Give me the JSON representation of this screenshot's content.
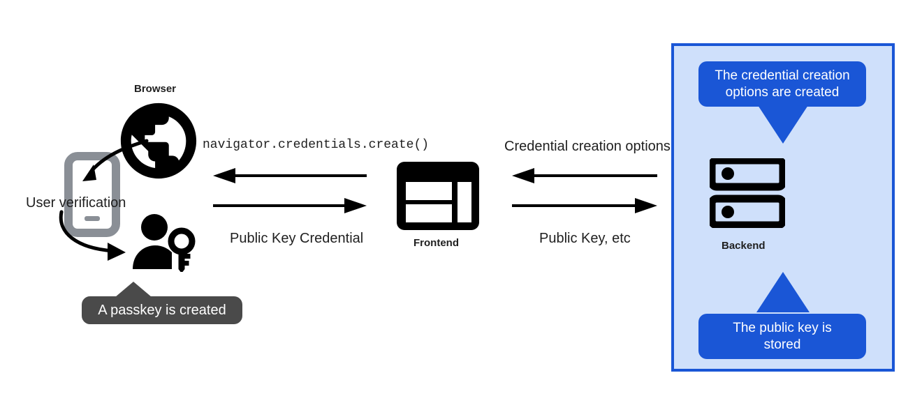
{
  "diagram": {
    "title": "WebAuthn passkey registration flow",
    "colors": {
      "accent_blue": "#1a56d6",
      "region_fill": "#cfe0fb",
      "callout_gray": "#4a4a4a",
      "ink": "#1f1f1f",
      "device_gray": "#8a8f96"
    }
  },
  "nodes": {
    "browser": {
      "label": "Browser",
      "icon": "globe-icon"
    },
    "frontend": {
      "label": "Frontend",
      "icon": "dashboard-icon"
    },
    "backend": {
      "label": "Backend",
      "icon": "server-rack-icon"
    },
    "device": {
      "icon": "smartphone-icon"
    },
    "user_passkey": {
      "icon": "person-with-key-icon"
    }
  },
  "annotations": {
    "user_verification": "User verification",
    "passkey_created": "A passkey is created",
    "credential_options_created": "The credential creation\noptions are created",
    "public_key_stored": "The public key is\nstored"
  },
  "callouts": [
    {
      "id": "credential-creation-options",
      "line1": "The credential creation",
      "line2": "options are created",
      "style": "blue",
      "tail": "down"
    },
    {
      "id": "public-key-stored",
      "line1": "The public key is",
      "line2": "stored",
      "style": "blue",
      "tail": "up"
    },
    {
      "id": "passkey-created",
      "line1": "A passkey is created",
      "line2": "",
      "style": "gray",
      "tail": "up"
    }
  ],
  "flows": [
    {
      "id": "navigator-create",
      "label": "navigator.credentials.create()",
      "mono": true,
      "direction": "left",
      "from": "frontend",
      "to": "browser"
    },
    {
      "id": "public-key-credential",
      "label": "Public Key Credential",
      "mono": false,
      "direction": "right",
      "from": "browser",
      "to": "frontend"
    },
    {
      "id": "credential-creation-options-flow",
      "label": "Credential creation options",
      "mono": false,
      "direction": "left",
      "from": "backend",
      "to": "frontend"
    },
    {
      "id": "public-key-etc",
      "label": "Public Key, etc",
      "mono": false,
      "direction": "right",
      "from": "frontend",
      "to": "backend"
    }
  ]
}
